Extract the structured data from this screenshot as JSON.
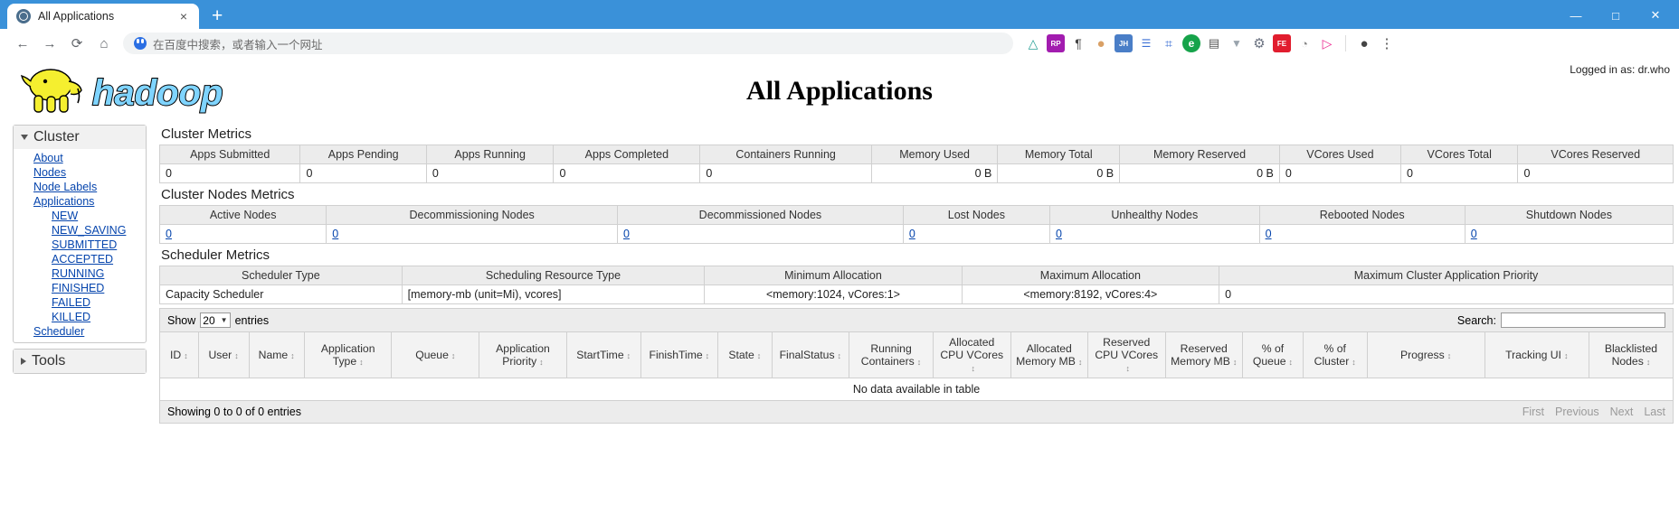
{
  "browser": {
    "tab": {
      "title": "All Applications",
      "favicon": "globe-icon",
      "close": "×"
    },
    "newtab_label": "+",
    "window_buttons": {
      "minimize": "—",
      "maximize": "□",
      "close": "✕"
    },
    "nav": {
      "back": "←",
      "forward": "→",
      "reload": "⟳",
      "home": "⌂"
    },
    "omnibox": {
      "text": "在百度中搜索，或者输入一个网址",
      "icon": "baidu-icon"
    },
    "extensions": [
      {
        "name": "graphql-icon",
        "glyph": "△",
        "color": "#2aa198",
        "bg": "transparent"
      },
      {
        "name": "rp-icon",
        "glyph": "RP",
        "color": "#ffffff",
        "bg": "#a21caf"
      },
      {
        "name": "pilcrow-icon",
        "glyph": "¶",
        "color": "#444444",
        "bg": "transparent"
      },
      {
        "name": "cookie-icon",
        "glyph": "●",
        "color": "#d9a066",
        "bg": "transparent"
      },
      {
        "name": "jh-icon",
        "glyph": "JH",
        "color": "#ffffff",
        "bg": "#4a7ec7"
      },
      {
        "name": "note-edit-icon",
        "glyph": "☰",
        "color": "#3b6fd4",
        "bg": "transparent"
      },
      {
        "name": "frame-icon",
        "glyph": "⌗",
        "color": "#3b6fd4",
        "bg": "transparent"
      },
      {
        "name": "evernote-icon",
        "glyph": "e",
        "color": "#ffffff",
        "bg": "#16a34a"
      },
      {
        "name": "clipboard-icon",
        "glyph": "▤",
        "color": "#555555",
        "bg": "transparent"
      },
      {
        "name": "v-icon",
        "glyph": "▼",
        "color": "#9aa4ad",
        "bg": "transparent"
      },
      {
        "name": "gear-icon",
        "glyph": "⚙",
        "color": "#6b7280",
        "bg": "transparent"
      },
      {
        "name": "fe-icon",
        "glyph": "FE",
        "color": "#ffffff",
        "bg": "#e11d2e"
      },
      {
        "name": "mouse-icon",
        "glyph": "◔",
        "color": "#888888",
        "bg": "transparent"
      },
      {
        "name": "play-icon",
        "glyph": "▷",
        "color": "#ec268f",
        "bg": "transparent"
      }
    ],
    "profile_icon": "account-icon",
    "menu_icon": "kebab-menu-icon"
  },
  "header": {
    "logged_in_as": "Logged in as: dr.who",
    "logo_text": "hadoop",
    "page_title": "All Applications"
  },
  "sidebar": {
    "cluster": {
      "label": "Cluster",
      "links": [
        {
          "label": "About"
        },
        {
          "label": "Nodes"
        },
        {
          "label": "Node Labels"
        },
        {
          "label": "Applications"
        }
      ],
      "app_states": [
        {
          "label": "NEW"
        },
        {
          "label": "NEW_SAVING"
        },
        {
          "label": "SUBMITTED"
        },
        {
          "label": "ACCEPTED"
        },
        {
          "label": "RUNNING"
        },
        {
          "label": "FINISHED"
        },
        {
          "label": "FAILED"
        },
        {
          "label": "KILLED"
        }
      ],
      "scheduler": {
        "label": "Scheduler"
      }
    },
    "tools": {
      "label": "Tools"
    }
  },
  "cluster_metrics": {
    "title": "Cluster Metrics",
    "columns": [
      "Apps Submitted",
      "Apps Pending",
      "Apps Running",
      "Apps Completed",
      "Containers Running",
      "Memory Used",
      "Memory Total",
      "Memory Reserved",
      "VCores Used",
      "VCores Total",
      "VCores Reserved"
    ],
    "values": [
      "0",
      "0",
      "0",
      "0",
      "0",
      "0 B",
      "0 B",
      "0 B",
      "0",
      "0",
      "0"
    ]
  },
  "cluster_nodes_metrics": {
    "title": "Cluster Nodes Metrics",
    "columns": [
      "Active Nodes",
      "Decommissioning Nodes",
      "Decommissioned Nodes",
      "Lost Nodes",
      "Unhealthy Nodes",
      "Rebooted Nodes",
      "Shutdown Nodes"
    ],
    "values": [
      "0",
      "0",
      "0",
      "0",
      "0",
      "0",
      "0"
    ]
  },
  "scheduler_metrics": {
    "title": "Scheduler Metrics",
    "columns": [
      "Scheduler Type",
      "Scheduling Resource Type",
      "Minimum Allocation",
      "Maximum Allocation",
      "Maximum Cluster Application Priority"
    ],
    "values": [
      "Capacity Scheduler",
      "[memory-mb (unit=Mi), vcores]",
      "<memory:1024, vCores:1>",
      "<memory:8192, vCores:4>",
      "0"
    ]
  },
  "apps_table": {
    "show_label": "Show",
    "entries_label": "entries",
    "page_size": "20",
    "search_label": "Search:",
    "search_value": "",
    "columns": [
      "ID",
      "User",
      "Name",
      "Application Type",
      "Queue",
      "Application Priority",
      "StartTime",
      "FinishTime",
      "State",
      "FinalStatus",
      "Running Containers",
      "Allocated CPU VCores",
      "Allocated Memory MB",
      "Reserved CPU VCores",
      "Reserved Memory MB",
      "% of Queue",
      "% of Cluster",
      "Progress",
      "Tracking UI",
      "Blacklisted Nodes"
    ],
    "empty_message": "No data available in table",
    "info": "Showing 0 to 0 of 0 entries",
    "pager": [
      "First",
      "Previous",
      "Next",
      "Last"
    ]
  }
}
